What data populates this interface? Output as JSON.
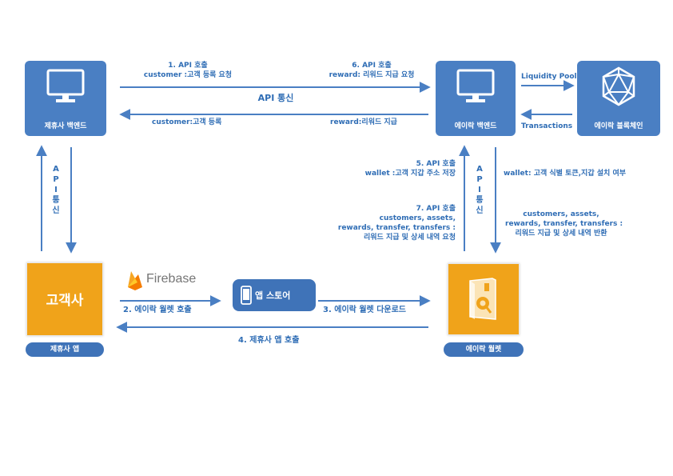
{
  "nodes": {
    "partner_backend": "제휴사 백엔드",
    "eirak_backend": "에이락 백엔드",
    "blockchain": "에이락 블록체인",
    "customer_company": "고객사",
    "partner_app": "제휴사 앱",
    "eirak_wallet": "에이락 월렛",
    "app_store": "앱 스토어",
    "firebase": "Firebase"
  },
  "top": {
    "step1_title": "1. API 호출",
    "step1_detail": "customer :고객 등록 요청",
    "step6_title": "6. API 호출",
    "step6_detail": "reward: 리워드 지급 요청",
    "api_comm": "API 통신",
    "customer_registered": "customer:고객 등록",
    "reward_paid": "reward:리워드 지급"
  },
  "chain": {
    "liquidity_pool": "Liquidity Pool",
    "transactions": "Transactions"
  },
  "left_vertical": [
    "A",
    "P",
    "I",
    "통",
    "신"
  ],
  "right_vertical": [
    "A",
    "P",
    "I",
    "통",
    "신"
  ],
  "middle": {
    "step5_title": "5. API 호출",
    "step5_detail": "wallet :고객 지갑 주소 저장",
    "step7_title": "7. API 호출",
    "step7_line1": "customers, assets,",
    "step7_line2": "rewards, transfer, transfers :",
    "step7_line3": "리워드 지급 및 상세 내역 요청",
    "wallet_return": "wallet: 고객 식별 토큰,지갑 설치 여부",
    "return_line1": "customers, assets,",
    "return_line2": "rewards, transfer, transfers :",
    "return_line3": "리워드 지급 및 상세 내역 반환"
  },
  "bottom": {
    "step2": "2. 에이락 월렛 호출",
    "step3": "3. 에이락 월렛 다운로드",
    "step4": "4. 제휴사 앱 호출"
  },
  "colors": {
    "box_blue": "#4a7fc3",
    "text_blue": "#2f6db5",
    "orange": "#f0a31a",
    "firebase_orange": "#f6a623"
  }
}
